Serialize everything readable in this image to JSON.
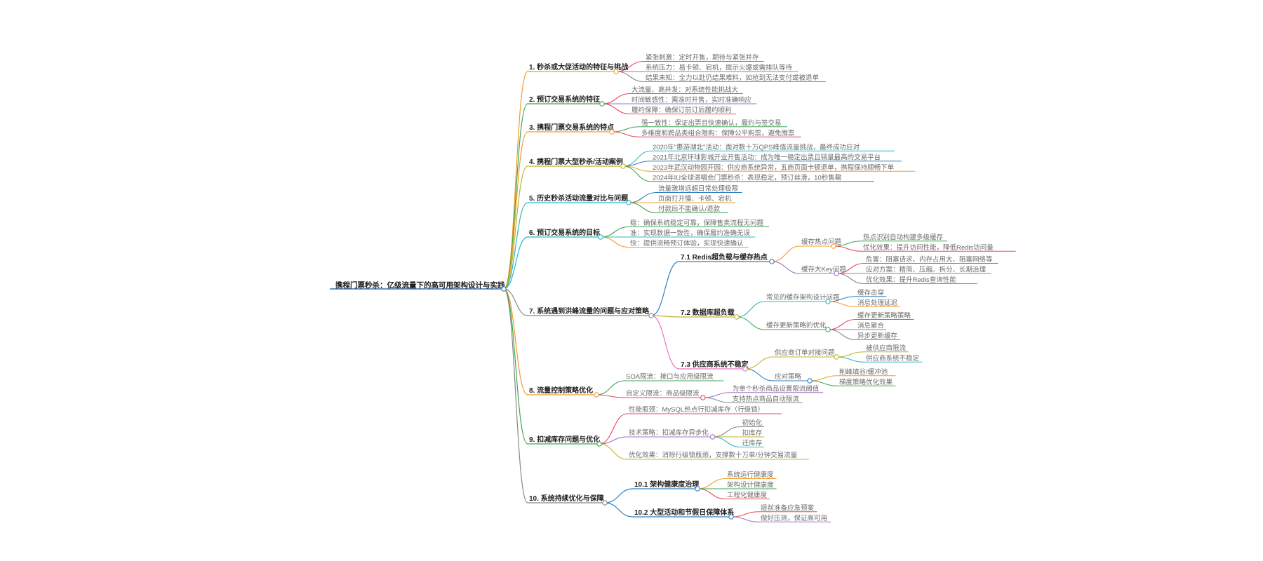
{
  "colors": {
    "orange": "#f39c2b",
    "green": "#3fa650",
    "teal": "#2bb7c9",
    "red": "#e24b5b",
    "purple": "#a071c9",
    "pink": "#e377c2",
    "olive": "#bfb52a",
    "blue": "#2d7fc1",
    "gray": "#888888",
    "rootLine": "#3d6fb6"
  },
  "mindmap": {
    "root": "携程门票秒杀：亿级流量下的高可用架构设计与实践",
    "branches": [
      {
        "label": "1. 秒杀或大促活动的特征与挑战",
        "color": "orange",
        "children": [
          {
            "label": "紧张刺激：定时开售，期待与紧张并存",
            "color": "red"
          },
          {
            "label": "系统压力：易卡顿、宕机，提示火爆或需排队等待",
            "color": "purple"
          },
          {
            "label": "结果未知：全力以赴仍结果难料，如抢到无法支付或被退单",
            "color": "gray"
          }
        ]
      },
      {
        "label": "2. 预订交易系统的特征",
        "color": "green",
        "children": [
          {
            "label": "大流量、高并发：对系统性能挑战大",
            "color": "red"
          },
          {
            "label": "时间敏感性：需准时开售，实时准确响应",
            "color": "purple"
          },
          {
            "label": "履约保障：确保订前订后履约顺利",
            "color": "red"
          }
        ]
      },
      {
        "label": "3. 携程门票交易系统的特点",
        "color": "orange",
        "children": [
          {
            "label": "强一致性：保证出票且快速确认，履约与签交易",
            "color": "green"
          },
          {
            "label": "多维度和跨品类组合限购：保障公平购票，避免囤票",
            "color": "red"
          }
        ]
      },
      {
        "label": "4. 携程门票大型秒杀/活动案例",
        "color": "olive",
        "children": [
          {
            "label": "2020年\"惠游湖北\"活动：面对数十万QPS峰值流量挑战，最终成功应对",
            "color": "teal"
          },
          {
            "label": "2021年北京环球影城开业开售活动：成为唯一稳定出票且销量最高的交易平台",
            "color": "blue"
          },
          {
            "label": "2023年武汉动物园开园：供应商系统异常，五商页面卡顿退单，携程保持顺畅下单",
            "color": "orange"
          },
          {
            "label": "2024年IU全球演唱会门票秒杀：表现稳定，预订丝滑，10秒售罄",
            "color": "green"
          }
        ]
      },
      {
        "label": "5. 历史秒杀活动流量对比与问题",
        "color": "teal",
        "children": [
          {
            "label": "流量激增远超日常处理极限",
            "color": "blue"
          },
          {
            "label": "页面打开慢、卡顿、宕机",
            "color": "orange"
          },
          {
            "label": "付款后不能确认/退款",
            "color": "green"
          }
        ]
      },
      {
        "label": "6. 预订交易系统的目标",
        "color": "teal",
        "children": [
          {
            "label": "稳：确保系统稳定可靠，保障售卖流程无问题",
            "color": "green"
          },
          {
            "label": "准：实现数据一致性，确保履约准确无误",
            "color": "teal"
          },
          {
            "label": "快：提供流畅预订体验，实现快速确认",
            "color": "orange"
          }
        ]
      },
      {
        "label": "7. 系统遇到洪峰流量的问题与应对策略",
        "color": "gray",
        "children": [
          {
            "label": "7.1 Redis超负载与缓存热点",
            "color": "blue",
            "bold": true,
            "children": [
              {
                "label": "缓存热点问题",
                "color": "orange",
                "children": [
                  {
                    "label": "热点识别自动构建多级缓存",
                    "color": "green"
                  },
                  {
                    "label": "优化效果：提升访问性能，降低Redis访问量",
                    "color": "red"
                  }
                ]
              },
              {
                "label": "缓存大Key问题",
                "color": "purple",
                "children": [
                  {
                    "label": "危害：阻塞请求、内存占用大、阻塞网络等",
                    "color": "red"
                  },
                  {
                    "label": "应对方案：精简、压缩、拆分、长期治理",
                    "color": "purple"
                  },
                  {
                    "label": "优化效果：提升Redis查询性能",
                    "color": "gray"
                  }
                ]
              }
            ]
          },
          {
            "label": "7.2 数据库超负载",
            "color": "olive",
            "bold": true,
            "children": [
              {
                "label": "常见的缓存架构设计问题",
                "color": "teal",
                "children": [
                  {
                    "label": "缓存击穿",
                    "color": "blue"
                  },
                  {
                    "label": "消息处理延迟",
                    "color": "orange"
                  }
                ]
              },
              {
                "label": "缓存更新策略的优化",
                "color": "green",
                "children": [
                  {
                    "label": "缓存更新策略策略",
                    "color": "red"
                  },
                  {
                    "label": "消息聚合",
                    "color": "purple"
                  },
                  {
                    "label": "异步更新缓存",
                    "color": "gray"
                  }
                ]
              }
            ]
          },
          {
            "label": "7.3 供应商系统不稳定",
            "color": "pink",
            "bold": true,
            "children": [
              {
                "label": "供应商订单对接问题",
                "color": "olive",
                "children": [
                  {
                    "label": "被供应商限流",
                    "color": "olive"
                  },
                  {
                    "label": "供应商系统不稳定",
                    "color": "teal"
                  }
                ]
              },
              {
                "label": "应对策略",
                "color": "blue",
                "children": [
                  {
                    "label": "削峰填谷/缓冲池",
                    "color": "orange"
                  },
                  {
                    "label": "梯度策略优化效果",
                    "color": "green"
                  }
                ]
              }
            ]
          }
        ]
      },
      {
        "label": "8. 流量控制策略优化",
        "color": "orange",
        "children": [
          {
            "label": "SOA限流：接口与应用级限流",
            "color": "green",
            "children": []
          },
          {
            "label": "自定义限流：商品级限流",
            "color": "red",
            "children": [
              {
                "label": "为单个秒杀商品设置限流阈值",
                "color": "purple"
              },
              {
                "label": "支持热点商品自动限流",
                "color": "gray"
              }
            ]
          }
        ]
      },
      {
        "label": "9. 扣减库存问题与优化",
        "color": "green",
        "children": [
          {
            "label": "性能瓶颈：MySQL热点行扣减库存（行级锁）",
            "color": "red",
            "children": []
          },
          {
            "label": "技术策略：扣减库存异步化",
            "color": "purple",
            "children": [
              {
                "label": "初始化",
                "color": "gray"
              },
              {
                "label": "扣库存",
                "color": "olive"
              },
              {
                "label": "还库存",
                "color": "teal"
              }
            ]
          },
          {
            "label": "优化效果：消除行级锁瓶颈，支撑数十万单/分钟交易流量",
            "color": "olive",
            "children": []
          }
        ]
      },
      {
        "label": "10. 系统持续优化与保障",
        "color": "gray",
        "children": [
          {
            "label": "10.1 架构健康度治理",
            "color": "blue",
            "bold": true,
            "children": [
              {
                "label": "系统运行健康度",
                "color": "orange"
              },
              {
                "label": "架构设计健康度",
                "color": "green"
              },
              {
                "label": "工程化健康度",
                "color": "red"
              }
            ]
          },
          {
            "label": "10.2 大型活动和节假日保障体系",
            "color": "blue",
            "bold": true,
            "children": [
              {
                "label": "提前准备应急预案",
                "color": "red"
              },
              {
                "label": "做好压测，保证高可用",
                "color": "purple"
              }
            ]
          }
        ]
      }
    ]
  }
}
